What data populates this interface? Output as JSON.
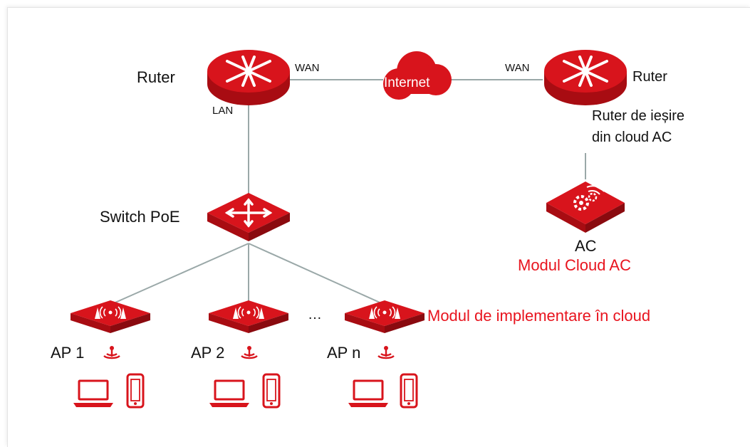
{
  "labels": {
    "router_left": "Ruter",
    "router_right": "Ruter",
    "wan_left": "WAN",
    "wan_right": "WAN",
    "lan": "LAN",
    "internet": "Internet",
    "exit_router_line1": "Ruter de ieșire",
    "exit_router_line2": "din cloud AC",
    "switch": "Switch PoE",
    "ac": "AC",
    "cloud_ac_mode": "Modul Cloud AC",
    "cloud_deploy_mode": "Modul de implementare în cloud",
    "ap1": "AP 1",
    "ap2": "AP 2",
    "apn": "AP n",
    "ellipsis": "…"
  },
  "colors": {
    "device_red": "#d8141c",
    "device_red_dark": "#a80c12",
    "accent_red_text": "#e8141e",
    "link_gray": "#9aa8a8"
  },
  "icons": [
    "router-icon",
    "cloud-icon",
    "switch-icon",
    "ac-controller-icon",
    "access-point-icon",
    "wifi-signal-icon",
    "laptop-icon",
    "phone-icon"
  ]
}
